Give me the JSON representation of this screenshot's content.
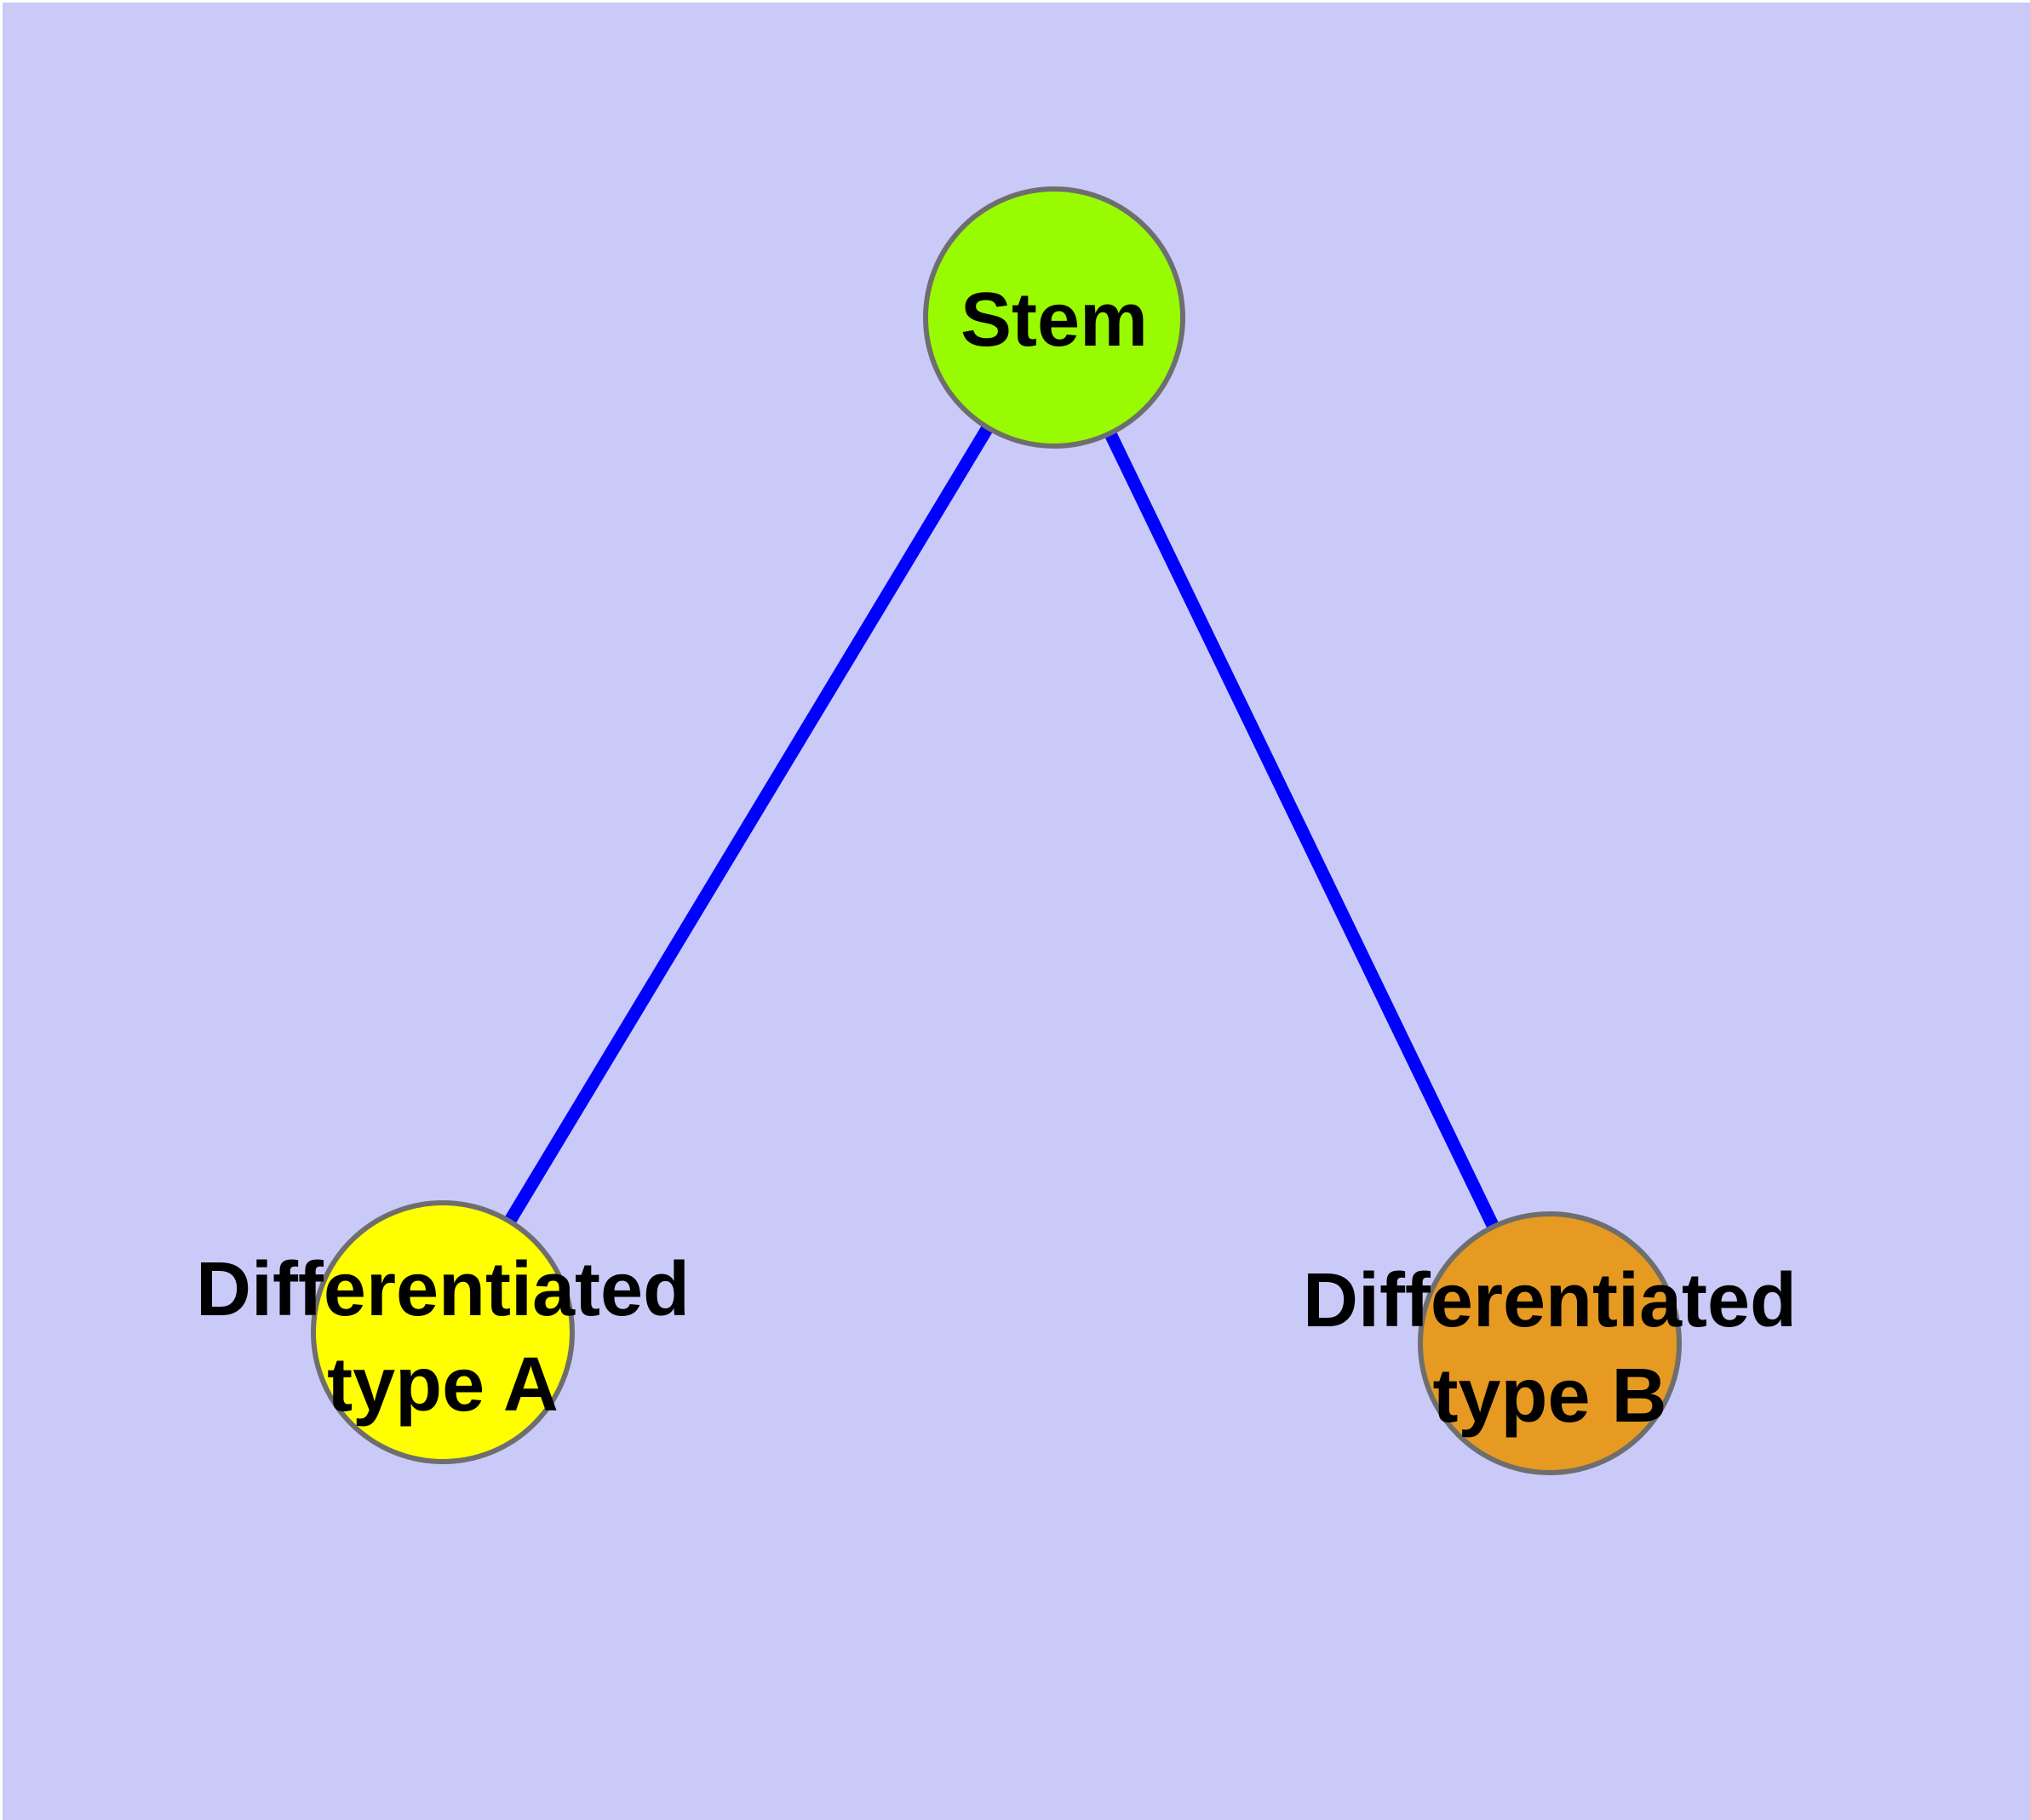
{
  "canvas": {
    "background_color": "#CACAF8",
    "outer_margin_color": "#FFFFFF",
    "edge_color": "#0000FF",
    "node_border_color": "#6E6E6E",
    "text_color": "#000000"
  },
  "nodes": {
    "stem": {
      "label": "Stem",
      "fill": "#99FB01"
    },
    "type_a": {
      "label_line1": "Differentiated",
      "label_line2": "type A",
      "fill": "#FFFF00"
    },
    "type_b": {
      "label_line1": "Differentiated",
      "label_line2": "type B",
      "fill": "#E69A21"
    }
  },
  "edges": [
    {
      "from": "Stem",
      "to": "Differentiated type A"
    },
    {
      "from": "Stem",
      "to": "Differentiated type B"
    }
  ]
}
